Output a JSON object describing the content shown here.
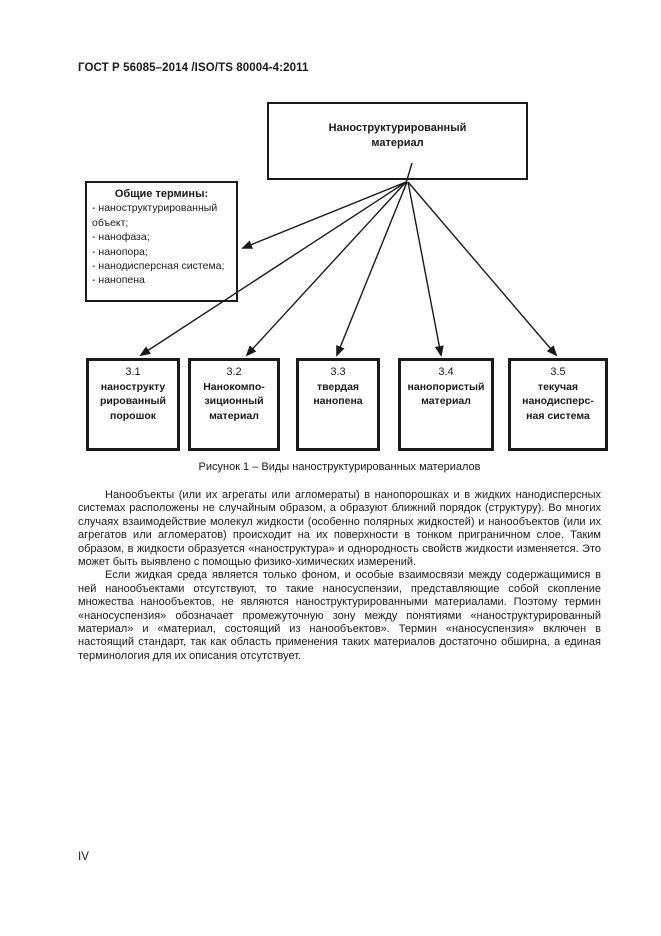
{
  "header": {
    "text": "ГОСТ Р 56085–2014 /ISO/TS 80004-4:2011"
  },
  "figure": {
    "root_box": "Наноструктурированный\nматериал",
    "terms_box": {
      "title": "Общие термины:",
      "items": [
        "- наноструктурированный объект;",
        "- нанофаза;",
        "- нанопора;",
        "- нанодисперсная система;",
        "- нанопена"
      ]
    },
    "type_boxes": [
      {
        "number": "3.1",
        "name": "нанострукту\nрированный\nпорошок"
      },
      {
        "number": "3.2",
        "name": "Нанокомпо-\nзиционный\nматериал"
      },
      {
        "number": "3.3",
        "name": "твердая\nнанопена"
      },
      {
        "number": "3.4",
        "name": "нанопористый\nматериал"
      },
      {
        "number": "3.5",
        "name": "текучая\nнанодисперс-\nная система"
      }
    ],
    "caption": "Рисунок 1 – Виды наноструктурированных материалов"
  },
  "body": {
    "paragraph_1": "Нанообъекты (или их агрегаты или агломераты) в нанопорошках и в жидких нанодисперсных системах расположены не случайным образом, а образуют ближний порядок (структуру). Во многих случаях взаимодействие молекул жидкости (особенно полярных жидкостей) и нанообъектов (или их агрегатов или агломератов) происходит на их поверхности в тонком приграничном слое. Таким образом, в жидкости образуется «наноструктура» и однородность свойств жидкости изменяется. Это может быть выявлено с помощью физико-химических измерений.",
    "paragraph_2": "Если жидкая среда является только фоном, и особые взаимосвязи между содержащимися в ней нанообъектами отсутствуют, то такие наносуспензии, представляющие собой скопление множества нанообъектов, не являются наноструктурированными материалами. Поэтому термин «наносуспензия» обозначает промежуточную зону между понятиями «наноструктурированный материал» и «материал, состоящий из нанообъектов». Термин «наносуспензия» включен в настоящий стандарт, так как область применения таких материалов достаточно обширна, а единая терминология для их описания отсутствует."
  },
  "footer": {
    "page_number": "IV"
  },
  "colors": {
    "ink": "#1a1a1a",
    "paper": "#ffffff"
  }
}
